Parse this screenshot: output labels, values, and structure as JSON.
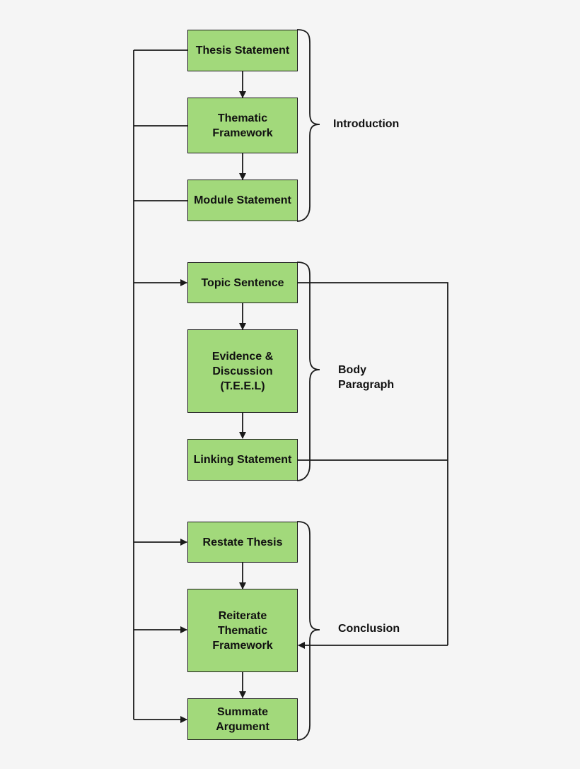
{
  "colors": {
    "background": "#f5f5f5",
    "box_fill": "#a2d97b",
    "stroke": "#1a1a1a"
  },
  "boxes": {
    "thesis_statement": "Thesis Statement",
    "thematic_framework": "Thematic\nFramework",
    "module_statement": "Module Statement",
    "topic_sentence": "Topic Sentence",
    "evidence_discussion": "Evidence &\nDiscussion\n(T.E.E.L)",
    "linking_statement": "Linking Statement",
    "restate_thesis": "Restate Thesis",
    "reiterate_framework": "Reiterate\nThematic\nFramework",
    "summate_argument": "Summate\nArgument"
  },
  "sections": {
    "introduction": "Introduction",
    "body_paragraph": "Body\nParagraph",
    "conclusion": "Conclusion"
  }
}
